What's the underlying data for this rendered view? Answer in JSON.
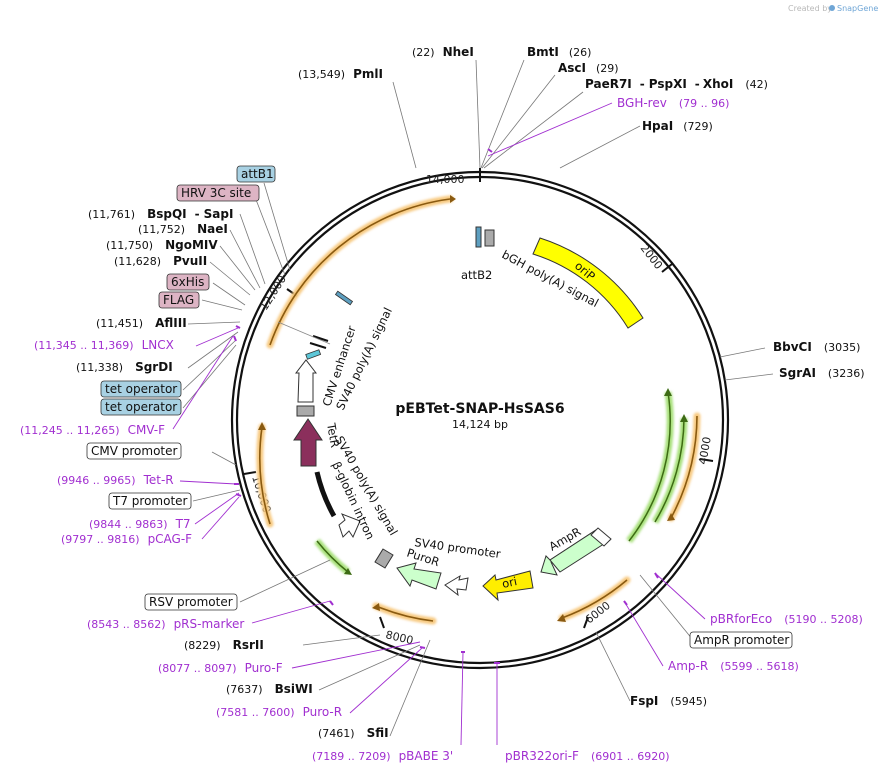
{
  "credit": {
    "prefix": "Created by",
    "brand": "SnapGene"
  },
  "plasmid": {
    "name": "pEBTet-SNAP-HsSAS6",
    "size_label": "14,124 bp"
  },
  "ticks": [
    "14,000",
    "2000",
    "4000",
    "6000",
    "8000",
    "10,000",
    "12,000"
  ],
  "sites": [
    {
      "pos": "(22)",
      "name": "NheI"
    },
    {
      "name": "BmtI",
      "pos": "(26)"
    },
    {
      "name": "AscI",
      "pos": "(29)"
    },
    {
      "name": "PaeR7I",
      "sep1": "-",
      "name2": "PspXI",
      "sep2": "-",
      "name3": "XhoI",
      "pos": "(42)"
    },
    {
      "name": "HpaI",
      "pos": "(729)"
    },
    {
      "pos": "(13,549)",
      "name": "PmlI"
    },
    {
      "name": "BbvCI",
      "pos": "(3035)"
    },
    {
      "name": "SgrAI",
      "pos": "(3236)"
    },
    {
      "name": "FspI",
      "pos": "(5945)"
    },
    {
      "pos": "(7461)",
      "name": "SfiI"
    },
    {
      "pos": "(7637)",
      "name": "BsiWI"
    },
    {
      "pos": "(8229)",
      "name": "RsrII"
    },
    {
      "pos": "(11,338)",
      "name": "SgrDI"
    },
    {
      "pos": "(11,451)",
      "name": "AflIII"
    },
    {
      "pos": "(11,628)",
      "name": "PvuII"
    },
    {
      "pos": "(11,750)",
      "name": "NgoMIV"
    },
    {
      "pos": "(11,752)",
      "name": "NaeI"
    },
    {
      "pos": "(11,761)",
      "name": "BspQI",
      "sep": "-",
      "name2": "SapI"
    }
  ],
  "primers": [
    {
      "name": "BGH-rev",
      "pos": "(79 .. 96)"
    },
    {
      "name": "pBRforEco",
      "pos": "(5190 .. 5208)"
    },
    {
      "name": "Amp-R",
      "pos": "(5599 .. 5618)"
    },
    {
      "name": "pBR322ori-F",
      "pos": "(6901 .. 6920)"
    },
    {
      "pos": "(7189 .. 7209)",
      "name": "pBABE 3'"
    },
    {
      "pos": "(7581 .. 7600)",
      "name": "Puro-R"
    },
    {
      "pos": "(8077 .. 8097)",
      "name": "Puro-F"
    },
    {
      "pos": "(8543 .. 8562)",
      "name": "pRS-marker"
    },
    {
      "pos": "(9797 .. 9816)",
      "name": "pCAG-F"
    },
    {
      "pos": "(9844 .. 9863)",
      "name": "T7"
    },
    {
      "pos": "(9946 .. 9965)",
      "name": "Tet-R"
    },
    {
      "pos": "(11,245 .. 11,265)",
      "name": "CMV-F"
    },
    {
      "pos": "(11,345 .. 11,369)",
      "name": "LNCX"
    }
  ],
  "boxed_labels": [
    {
      "text": "attB1",
      "kind": "blue"
    },
    {
      "text": "HRV 3C site",
      "kind": "pink"
    },
    {
      "text": "6xHis",
      "kind": "pink"
    },
    {
      "text": "FLAG",
      "kind": "pink"
    },
    {
      "text": "tet operator",
      "kind": "blue"
    },
    {
      "text": "tet operator",
      "kind": "blue"
    },
    {
      "text": "CMV promoter",
      "kind": "white"
    },
    {
      "text": "T7 promoter",
      "kind": "white"
    },
    {
      "text": "RSV promoter",
      "kind": "white"
    },
    {
      "text": "AmpR promoter",
      "kind": "white"
    }
  ],
  "features": {
    "oriP": "oriP",
    "bgh": "bGH poly(A) signal",
    "attB2": "attB2",
    "ampR": "AmpR",
    "ori": "ori",
    "sv40_promoter": "SV40 promoter",
    "puroR": "PuroR",
    "sv40_polya_inner": "SV40 poly(A) signal",
    "beta_globin": "β-globin intron",
    "tetR": "TetR",
    "cmv_enhancer": "CMV enhancer",
    "sv40_polya_outer": "SV40 poly(A) signal"
  },
  "colors": {
    "primer": "#a12fd0",
    "oriP": "#ffff00",
    "ori": "#ffee00",
    "orange_arrow": "#f2a83b",
    "green_arrow": "#58b81e",
    "ampR": "#ccffcc",
    "tetR": "#8b2f5c",
    "blue_box": "#a8d1e3",
    "pink_box": "#ddb4c4"
  }
}
